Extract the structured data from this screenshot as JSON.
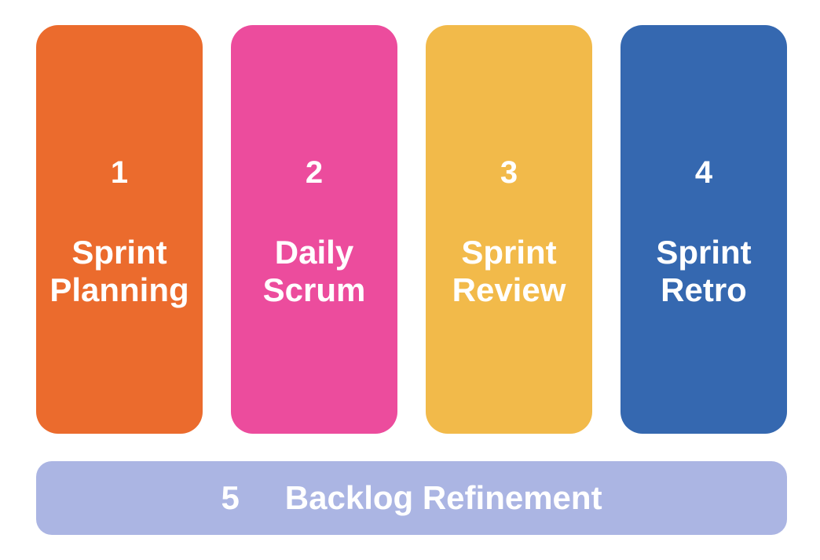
{
  "page": {
    "background_color": "#FFFFFF",
    "text_color": "#FFFFFF"
  },
  "diagram": {
    "cards": [
      {
        "number": "1",
        "title_lines": [
          "Sprint",
          "Planning"
        ],
        "color": "#EB6B2D"
      },
      {
        "number": "2",
        "title_lines": [
          "Daily",
          "Scrum"
        ],
        "color": "#EC4C9D"
      },
      {
        "number": "3",
        "title_lines": [
          "Sprint",
          "Review"
        ],
        "color": "#F2BA4A"
      },
      {
        "number": "4",
        "title_lines": [
          "Sprint",
          "Retro"
        ],
        "color": "#3568B0"
      }
    ],
    "bottom_bar": {
      "number": "5",
      "label": "Backlog Refinement",
      "color": "#ABB5E3"
    }
  }
}
